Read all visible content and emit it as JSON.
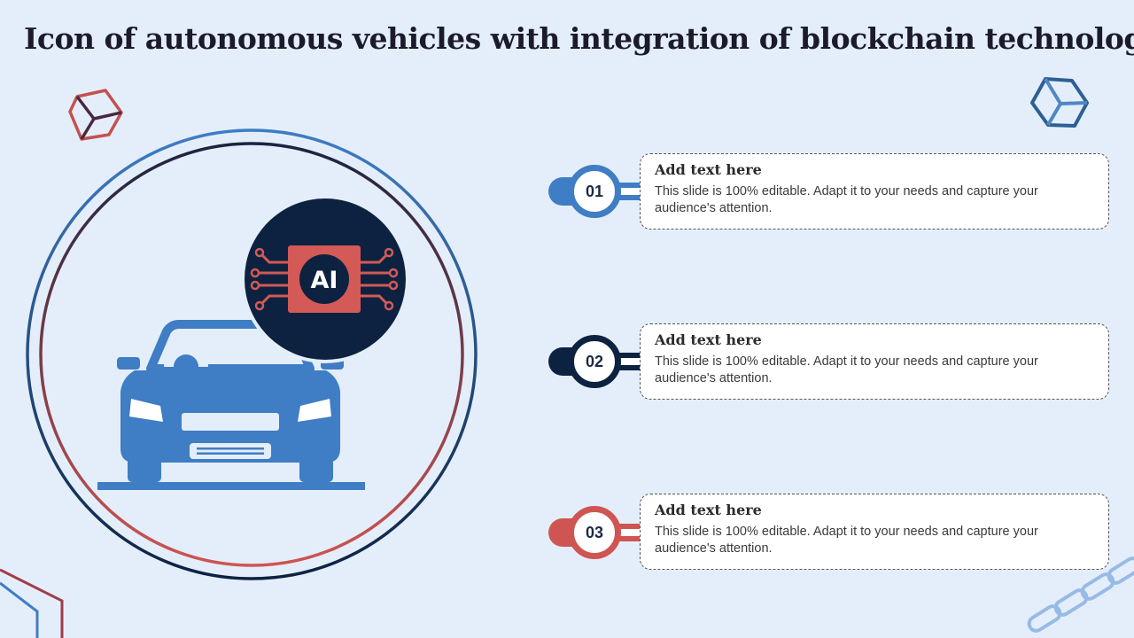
{
  "title": "Icon of autonomous vehicles with integration of blockchain technology",
  "ai_label": "AI",
  "colors": {
    "blue": "#3f7dc4",
    "navy": "#0d2240",
    "red": "#cf5552",
    "background": "#e4eefa"
  },
  "icons": [
    "cube-icon",
    "car-icon",
    "ai-chip-icon",
    "chain-icon"
  ],
  "items": [
    {
      "number": "01",
      "title": "Add text here",
      "description": "This slide is 100% editable. Adapt it to your needs and capture your audience's attention.",
      "color": "#3f7dc4"
    },
    {
      "number": "02",
      "title": "Add text here",
      "description": "This slide is 100% editable. Adapt it to your needs and capture your audience's attention.",
      "color": "#0d2240"
    },
    {
      "number": "03",
      "title": "Add text here",
      "description": "This slide is 100% editable. Adapt it to your needs and capture your audience's attention.",
      "color": "#cf5552"
    }
  ]
}
